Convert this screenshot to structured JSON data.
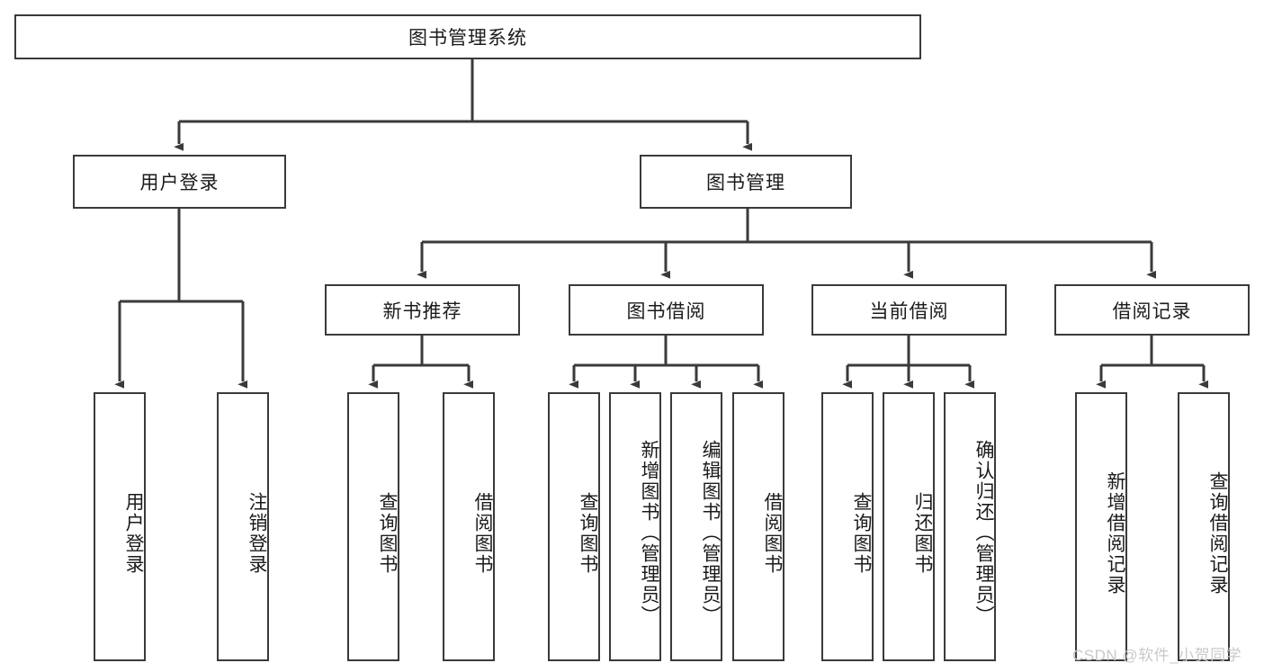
{
  "diagram": {
    "type": "tree-hierarchy",
    "title": "图书管理系统",
    "root": {
      "label": "图书管理系统"
    },
    "level1": [
      {
        "id": "user-login",
        "label": "用户登录"
      },
      {
        "id": "book-management",
        "label": "图书管理"
      }
    ],
    "level2": [
      {
        "id": "new-book-recommend",
        "label": "新书推荐",
        "parent": "book-management"
      },
      {
        "id": "book-borrow",
        "label": "图书借阅",
        "parent": "book-management"
      },
      {
        "id": "current-borrow",
        "label": "当前借阅",
        "parent": "book-management"
      },
      {
        "id": "borrow-record",
        "label": "借阅记录",
        "parent": "book-management"
      }
    ],
    "leaves": [
      {
        "id": "leaf-user-login",
        "label": "用户登录",
        "parent": "user-login"
      },
      {
        "id": "leaf-logout-login",
        "label": "注销登录",
        "parent": "user-login"
      },
      {
        "id": "leaf-query-book-1",
        "label": "查询图书",
        "parent": "new-book-recommend"
      },
      {
        "id": "leaf-borrow-book-1",
        "label": "借阅图书",
        "parent": "new-book-recommend"
      },
      {
        "id": "leaf-query-book-2",
        "label": "查询图书",
        "parent": "book-borrow"
      },
      {
        "id": "leaf-add-book",
        "label": "新增图书（管理员）",
        "parent": "book-borrow"
      },
      {
        "id": "leaf-edit-book",
        "label": "编辑图书（管理员）",
        "parent": "book-borrow"
      },
      {
        "id": "leaf-borrow-book-2",
        "label": "借阅图书",
        "parent": "book-borrow"
      },
      {
        "id": "leaf-query-book-3",
        "label": "查询图书",
        "parent": "current-borrow"
      },
      {
        "id": "leaf-return-book",
        "label": "归还图书",
        "parent": "current-borrow"
      },
      {
        "id": "leaf-confirm-return",
        "label": "确认归还（管理员）",
        "parent": "current-borrow"
      },
      {
        "id": "leaf-add-record",
        "label": "新增借阅记录",
        "parent": "borrow-record"
      },
      {
        "id": "leaf-query-record",
        "label": "查询借阅记录",
        "parent": "borrow-record"
      }
    ],
    "colors": {
      "background": "#ffffff",
      "box_fill": "#ffffff",
      "box_border": "#3a3a3a",
      "connector": "#3a3a3a",
      "text": "#1b1b1b",
      "watermark": "#c9c9c9"
    }
  },
  "watermark": {
    "text": "CSDN @软件_小贺同学"
  }
}
